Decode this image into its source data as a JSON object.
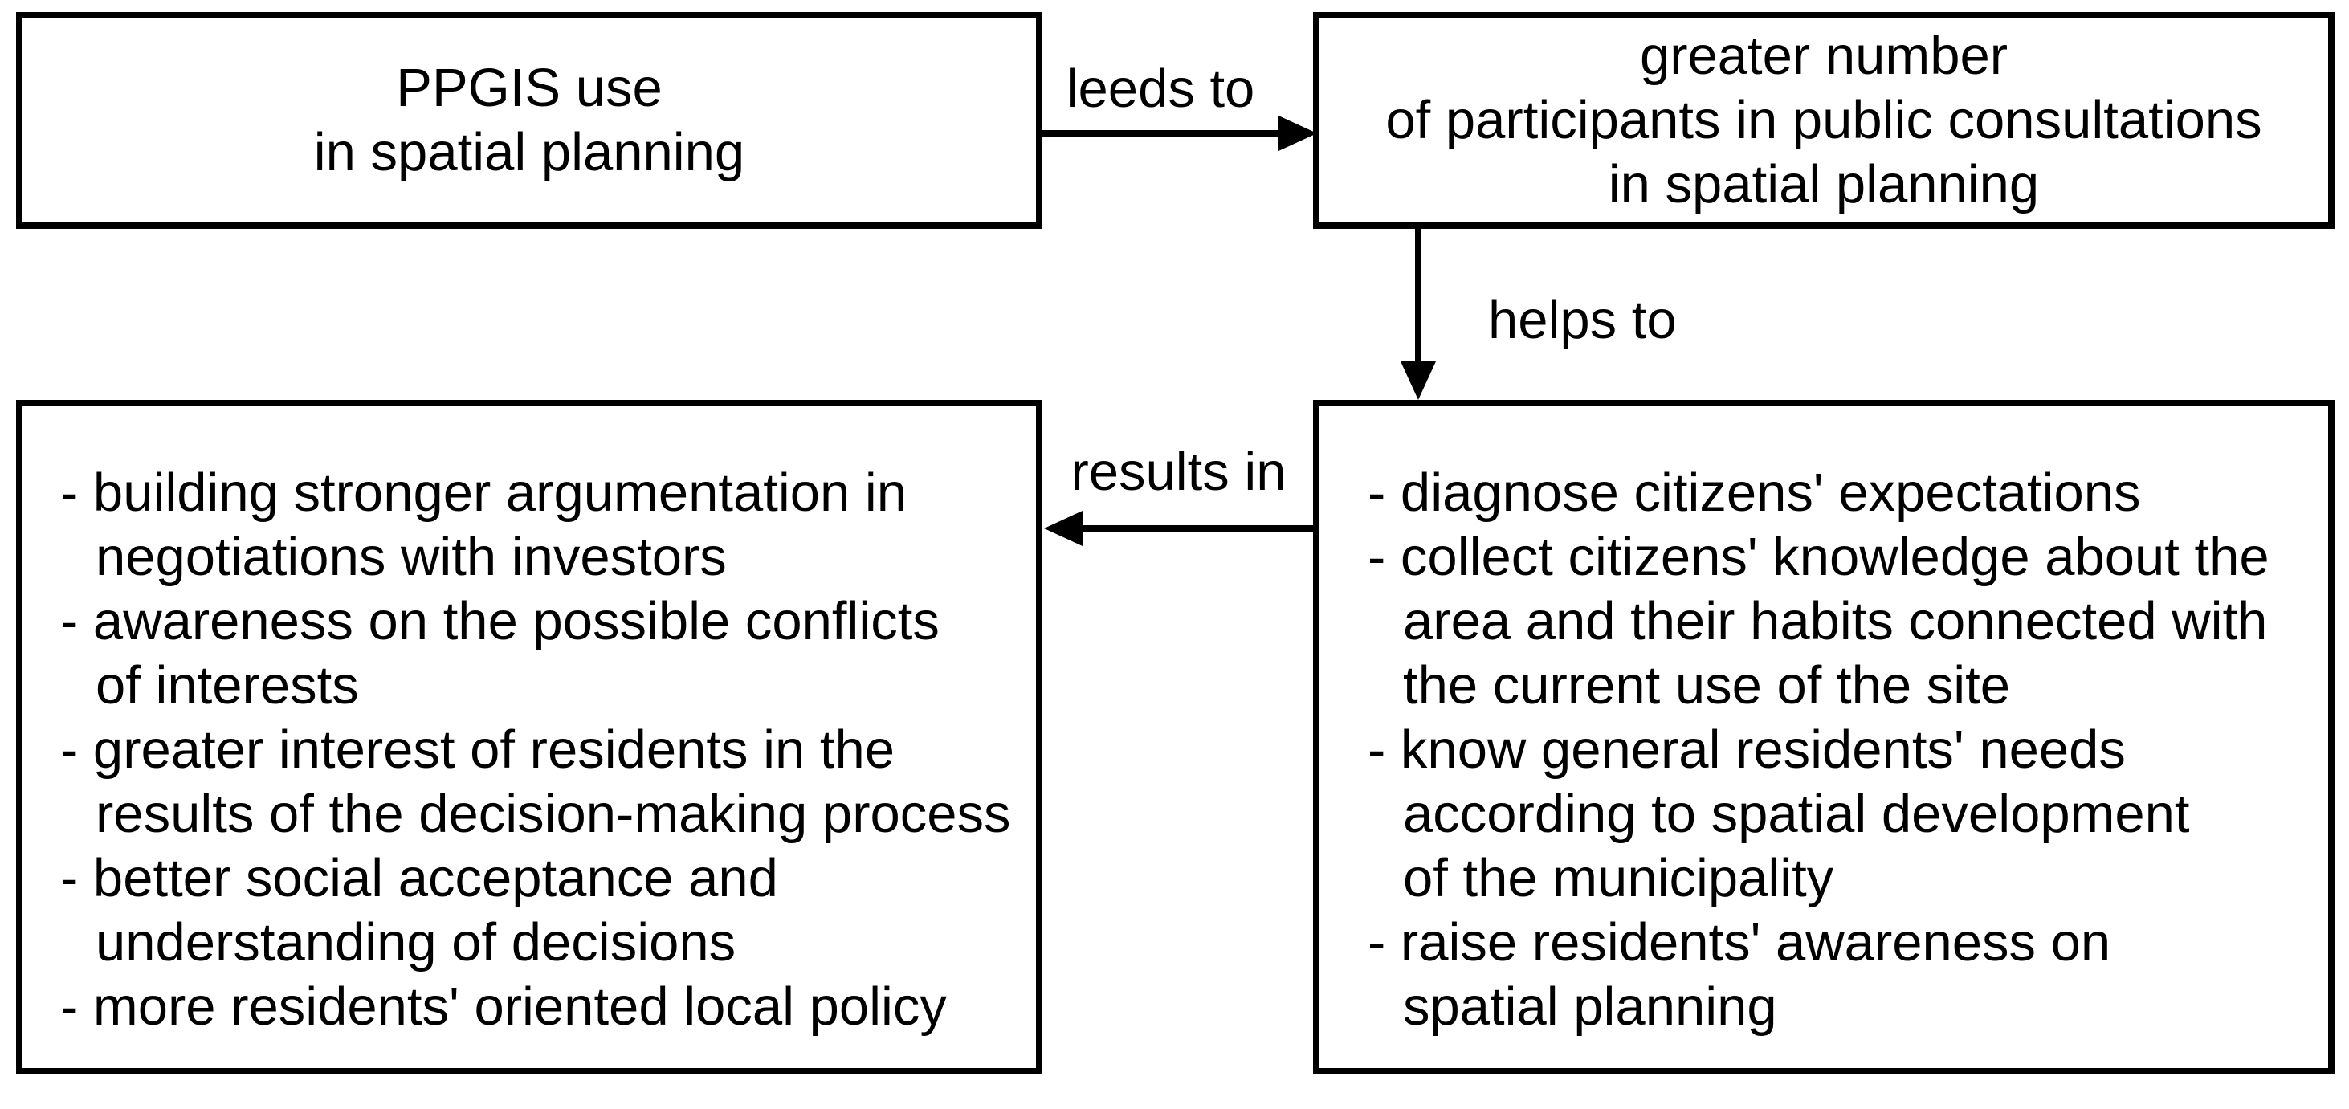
{
  "diagram": {
    "colors": {
      "ink": "#000000",
      "background": "#ffffff"
    },
    "boxes": {
      "ppgis": {
        "lines": [
          "PPGIS use",
          "in spatial planning"
        ]
      },
      "participants": {
        "lines": [
          "greater number",
          "of participants in public consultations",
          "in spatial planning"
        ]
      },
      "objectives": {
        "lines": [
          "- diagnose citizens' expectations",
          "- collect citizens' knowledge about the",
          "area and their habits connected with",
          "the current use of the site",
          "- know general residents' needs",
          "according to spatial development",
          "of the municipality",
          "- raise residents' awareness on",
          "spatial planning"
        ]
      },
      "outcomes": {
        "lines": [
          "- building stronger argumentation in",
          "negotiations with investors",
          "- awareness on the possible conflicts",
          "of interests",
          "- greater interest of residents in the",
          "results of the decision-making process",
          "- better social acceptance and",
          "understanding of decisions",
          "- more residents' oriented local policy"
        ]
      }
    },
    "arrows": {
      "leads": {
        "label": "leeds to",
        "direction": "right"
      },
      "helps": {
        "label": "helps to",
        "direction": "down"
      },
      "results": {
        "label": "results in",
        "direction": "left"
      }
    }
  }
}
